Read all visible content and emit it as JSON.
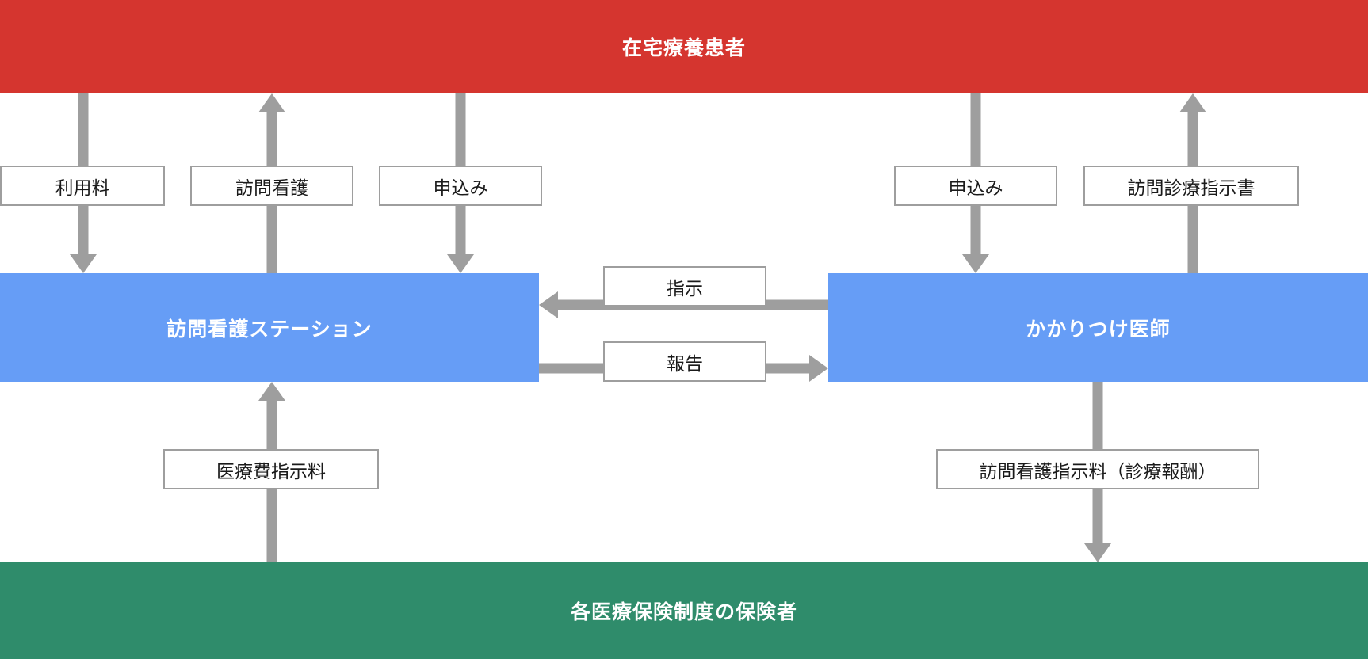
{
  "diagram": {
    "title_actors": {
      "patient": "在宅療養患者",
      "station": "訪問看護ステーション",
      "doctor": "かかりつけ医師",
      "insurer": "各医療保険制度の保険者"
    },
    "colors": {
      "patient_band": "#d5352f",
      "station_band": "#669df6",
      "doctor_band": "#669df6",
      "insurer_band": "#2f8c6b",
      "arrow": "#9e9e9e",
      "box_border": "#9e9e9e",
      "box_fill": "#ffffff",
      "box_text": "#1a1a1a",
      "band_text": "#ffffff"
    },
    "edge_labels": {
      "usage_fee": "利用料",
      "visiting_nursing": "訪問看護",
      "application_left": "申込み",
      "application_right": "申込み",
      "home_care_order": "訪問診療指示書",
      "instruction": "指示",
      "report": "報告",
      "medical_fee_order": "医療費指示料",
      "nursing_order_fee": "訪問看護指示料（診療報酬）"
    }
  }
}
